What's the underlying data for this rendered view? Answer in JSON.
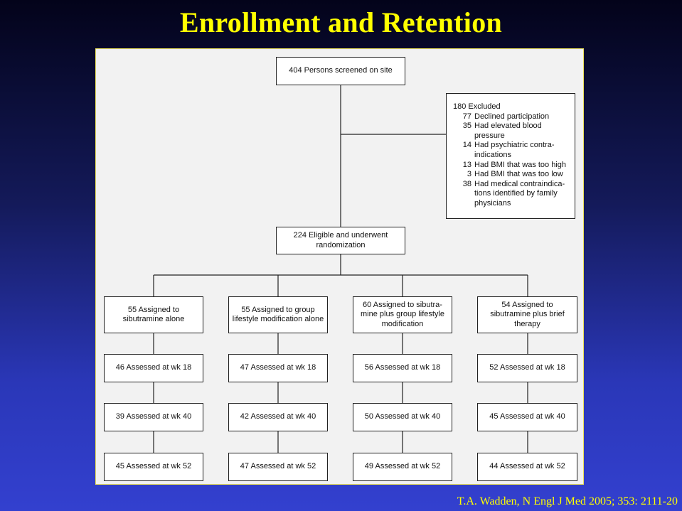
{
  "title": "Enrollment and Retention",
  "screened": "404 Persons screened on site",
  "excluded": {
    "heading": "180 Excluded",
    "items": [
      {
        "num": "77",
        "text": "Declined participation"
      },
      {
        "num": "35",
        "text": "Had elevated blood\npressure"
      },
      {
        "num": "14",
        "text": "Had psychiatric contra-\nindications"
      },
      {
        "num": "13",
        "text": "Had BMI that was too high"
      },
      {
        "num": "3",
        "text": "Had BMI that was too low"
      },
      {
        "num": "38",
        "text": "Had medical contraindica-\ntions identified by family\nphysicians"
      }
    ]
  },
  "randomized": "224 Eligible and underwent randomization",
  "groups": [
    {
      "assigned": "55 Assigned to sibutramine alone",
      "wk18": "46 Assessed at wk 18",
      "wk40": "39 Assessed at wk 40",
      "wk52": "45 Assessed at wk 52"
    },
    {
      "assigned": "55 Assigned to group lifestyle modification alone",
      "wk18": "47 Assessed at wk 18",
      "wk40": "42 Assessed at wk 40",
      "wk52": "47 Assessed at wk 52"
    },
    {
      "assigned": "60 Assigned to sibutra-mine plus group lifestyle modification",
      "wk18": "56 Assessed at wk 18",
      "wk40": "50 Assessed at wk 40",
      "wk52": "49 Assessed at wk 52"
    },
    {
      "assigned": "54 Assigned to sibutramine plus brief therapy",
      "wk18": "52 Assessed at wk 18",
      "wk40": "45 Assessed at wk 40",
      "wk52": "44 Assessed at wk 52"
    }
  ],
  "citation": "T.A. Wadden, N Engl J Med 2005; 353: 2111-20"
}
